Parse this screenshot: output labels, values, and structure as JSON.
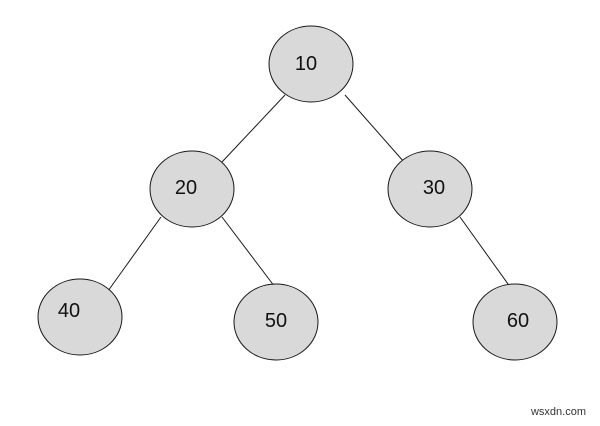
{
  "tree": {
    "nodes": [
      {
        "id": "n10",
        "label": "10"
      },
      {
        "id": "n20",
        "label": "20"
      },
      {
        "id": "n30",
        "label": "30"
      },
      {
        "id": "n40",
        "label": "40"
      },
      {
        "id": "n50",
        "label": "50"
      },
      {
        "id": "n60",
        "label": "60"
      }
    ],
    "edges": [
      {
        "from": "n10",
        "to": "n20"
      },
      {
        "from": "n10",
        "to": "n30"
      },
      {
        "from": "n20",
        "to": "n40"
      },
      {
        "from": "n20",
        "to": "n50"
      },
      {
        "from": "n30",
        "to": "n60"
      }
    ]
  },
  "watermark": "wsxdn.com"
}
